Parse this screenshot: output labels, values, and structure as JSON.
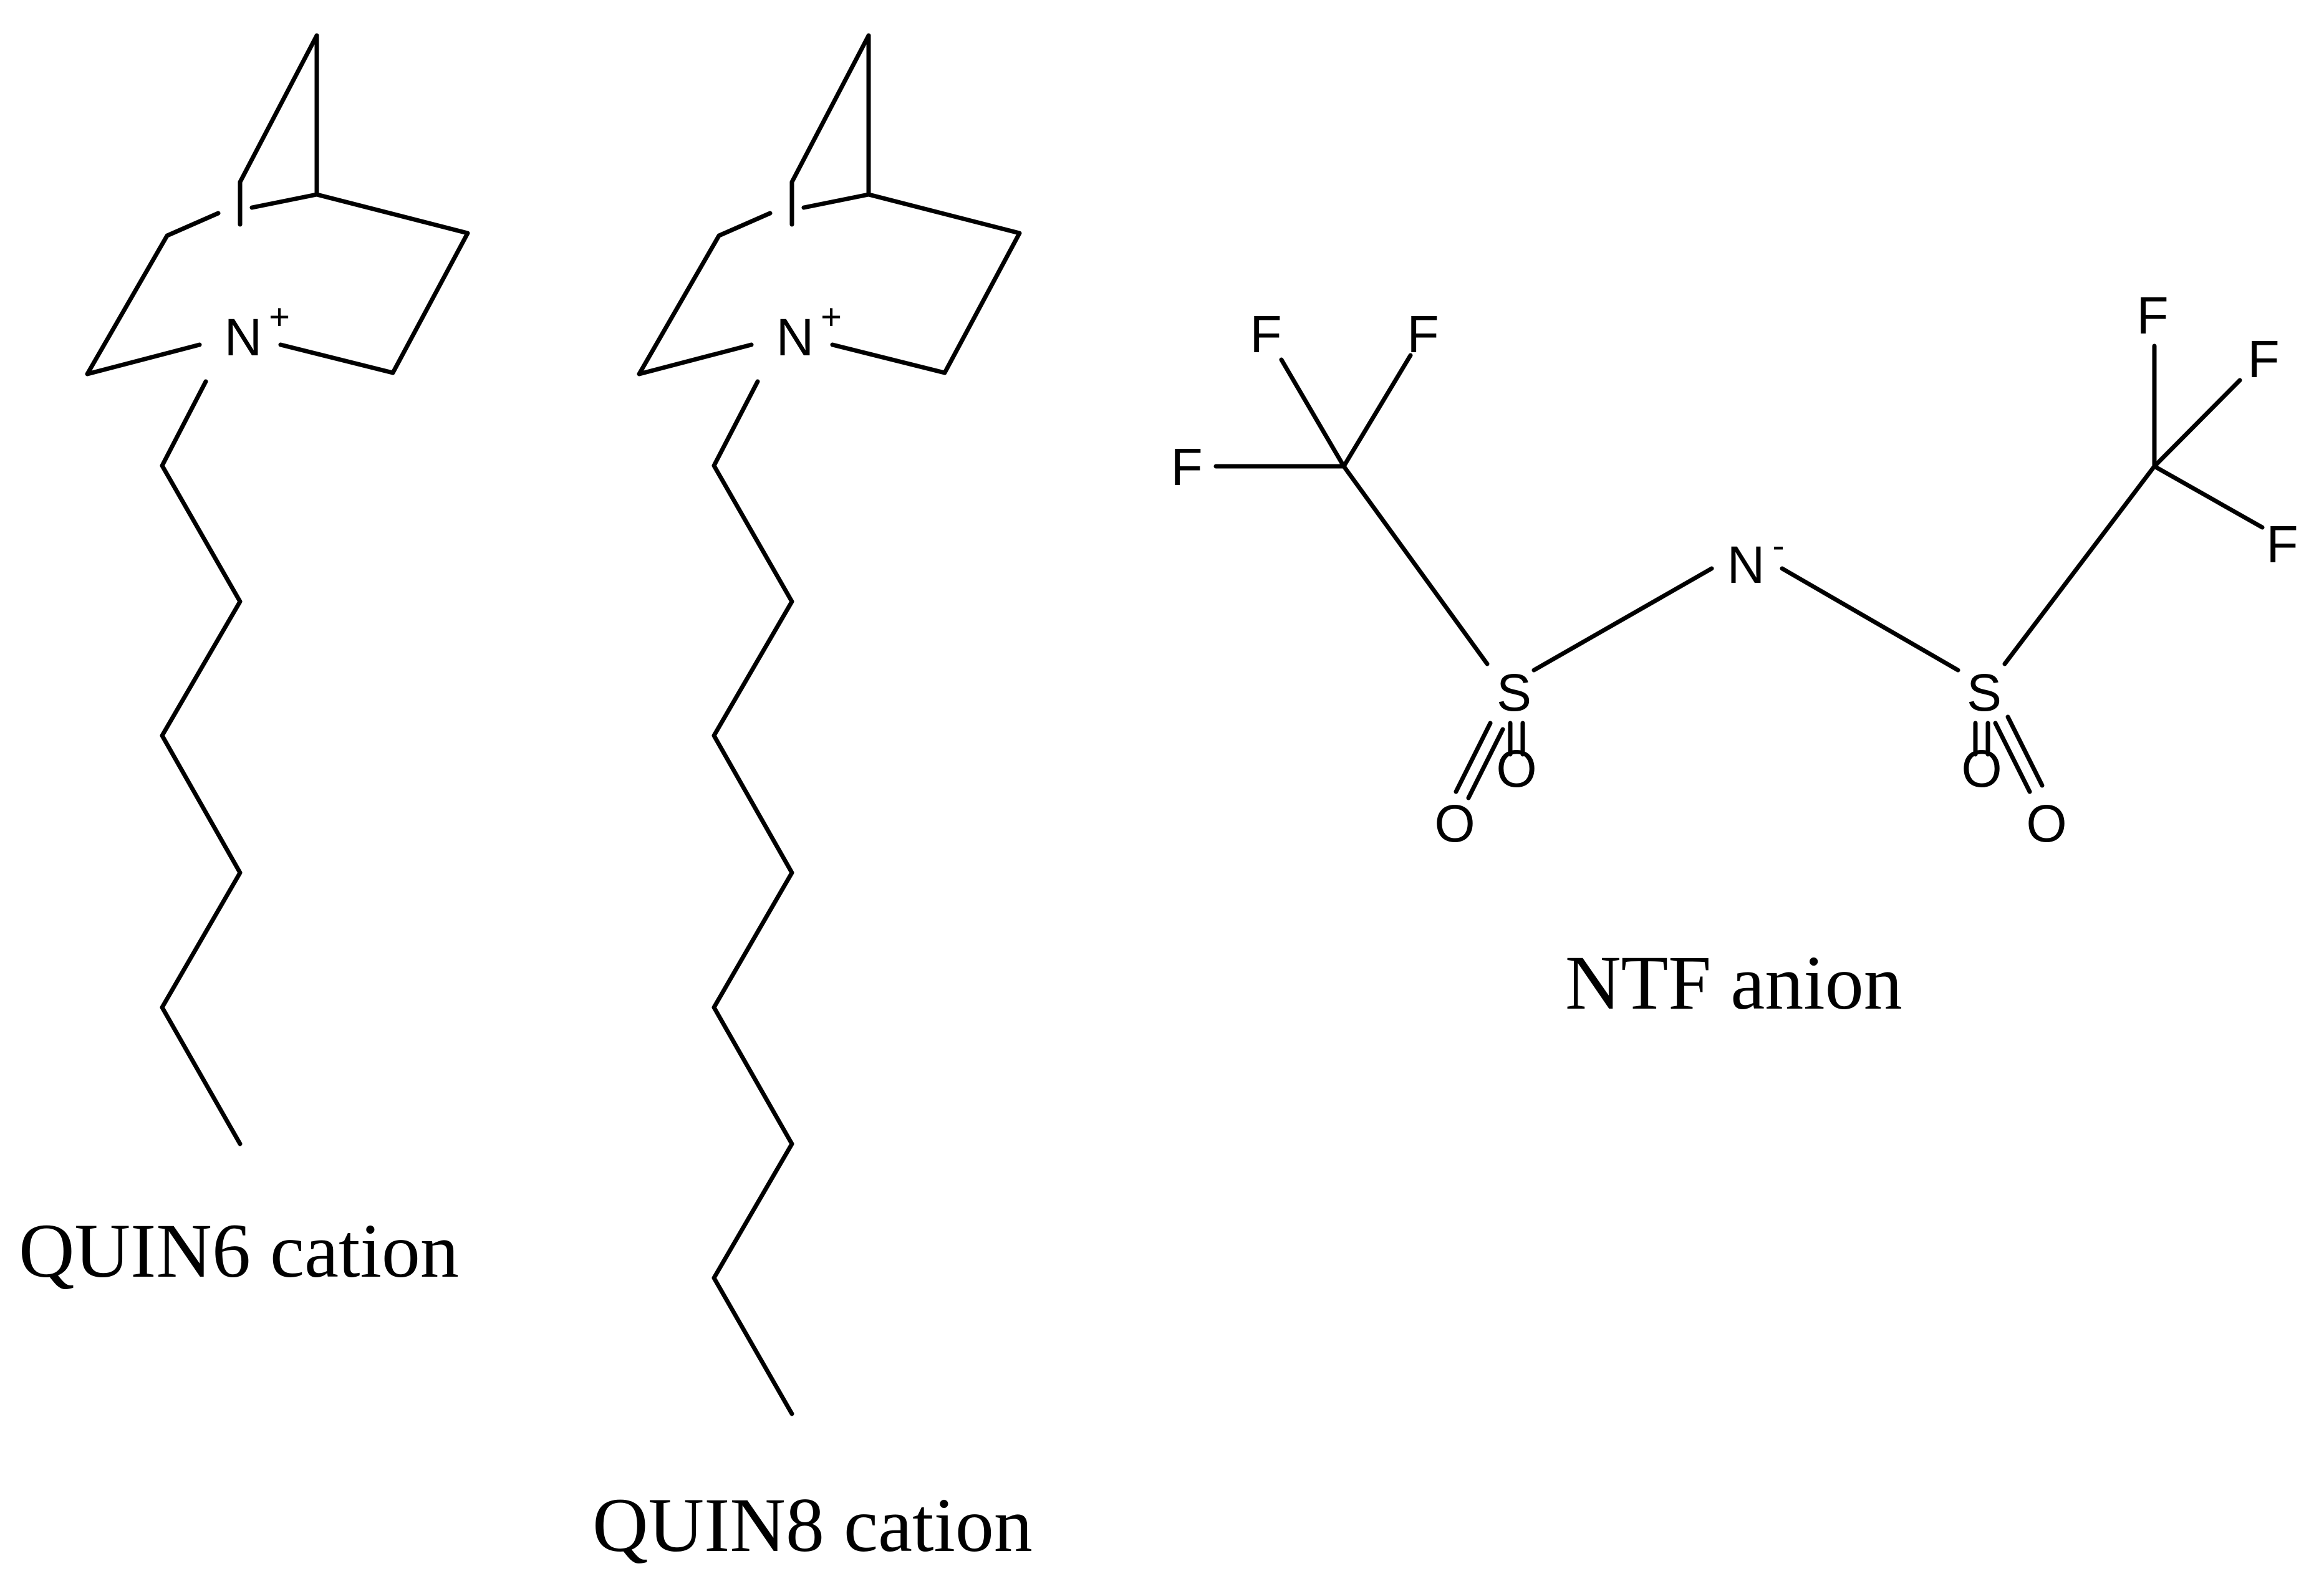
{
  "atoms": {
    "nitrogen": "N",
    "sulfur": "S",
    "oxygen": "O",
    "fluorine": "F",
    "plus_charge": "+",
    "minus_charge": "-"
  },
  "captions": {
    "quin6": "QUIN6 cation",
    "quin8": "QUIN8 cation",
    "ntf": "NTF anion"
  }
}
